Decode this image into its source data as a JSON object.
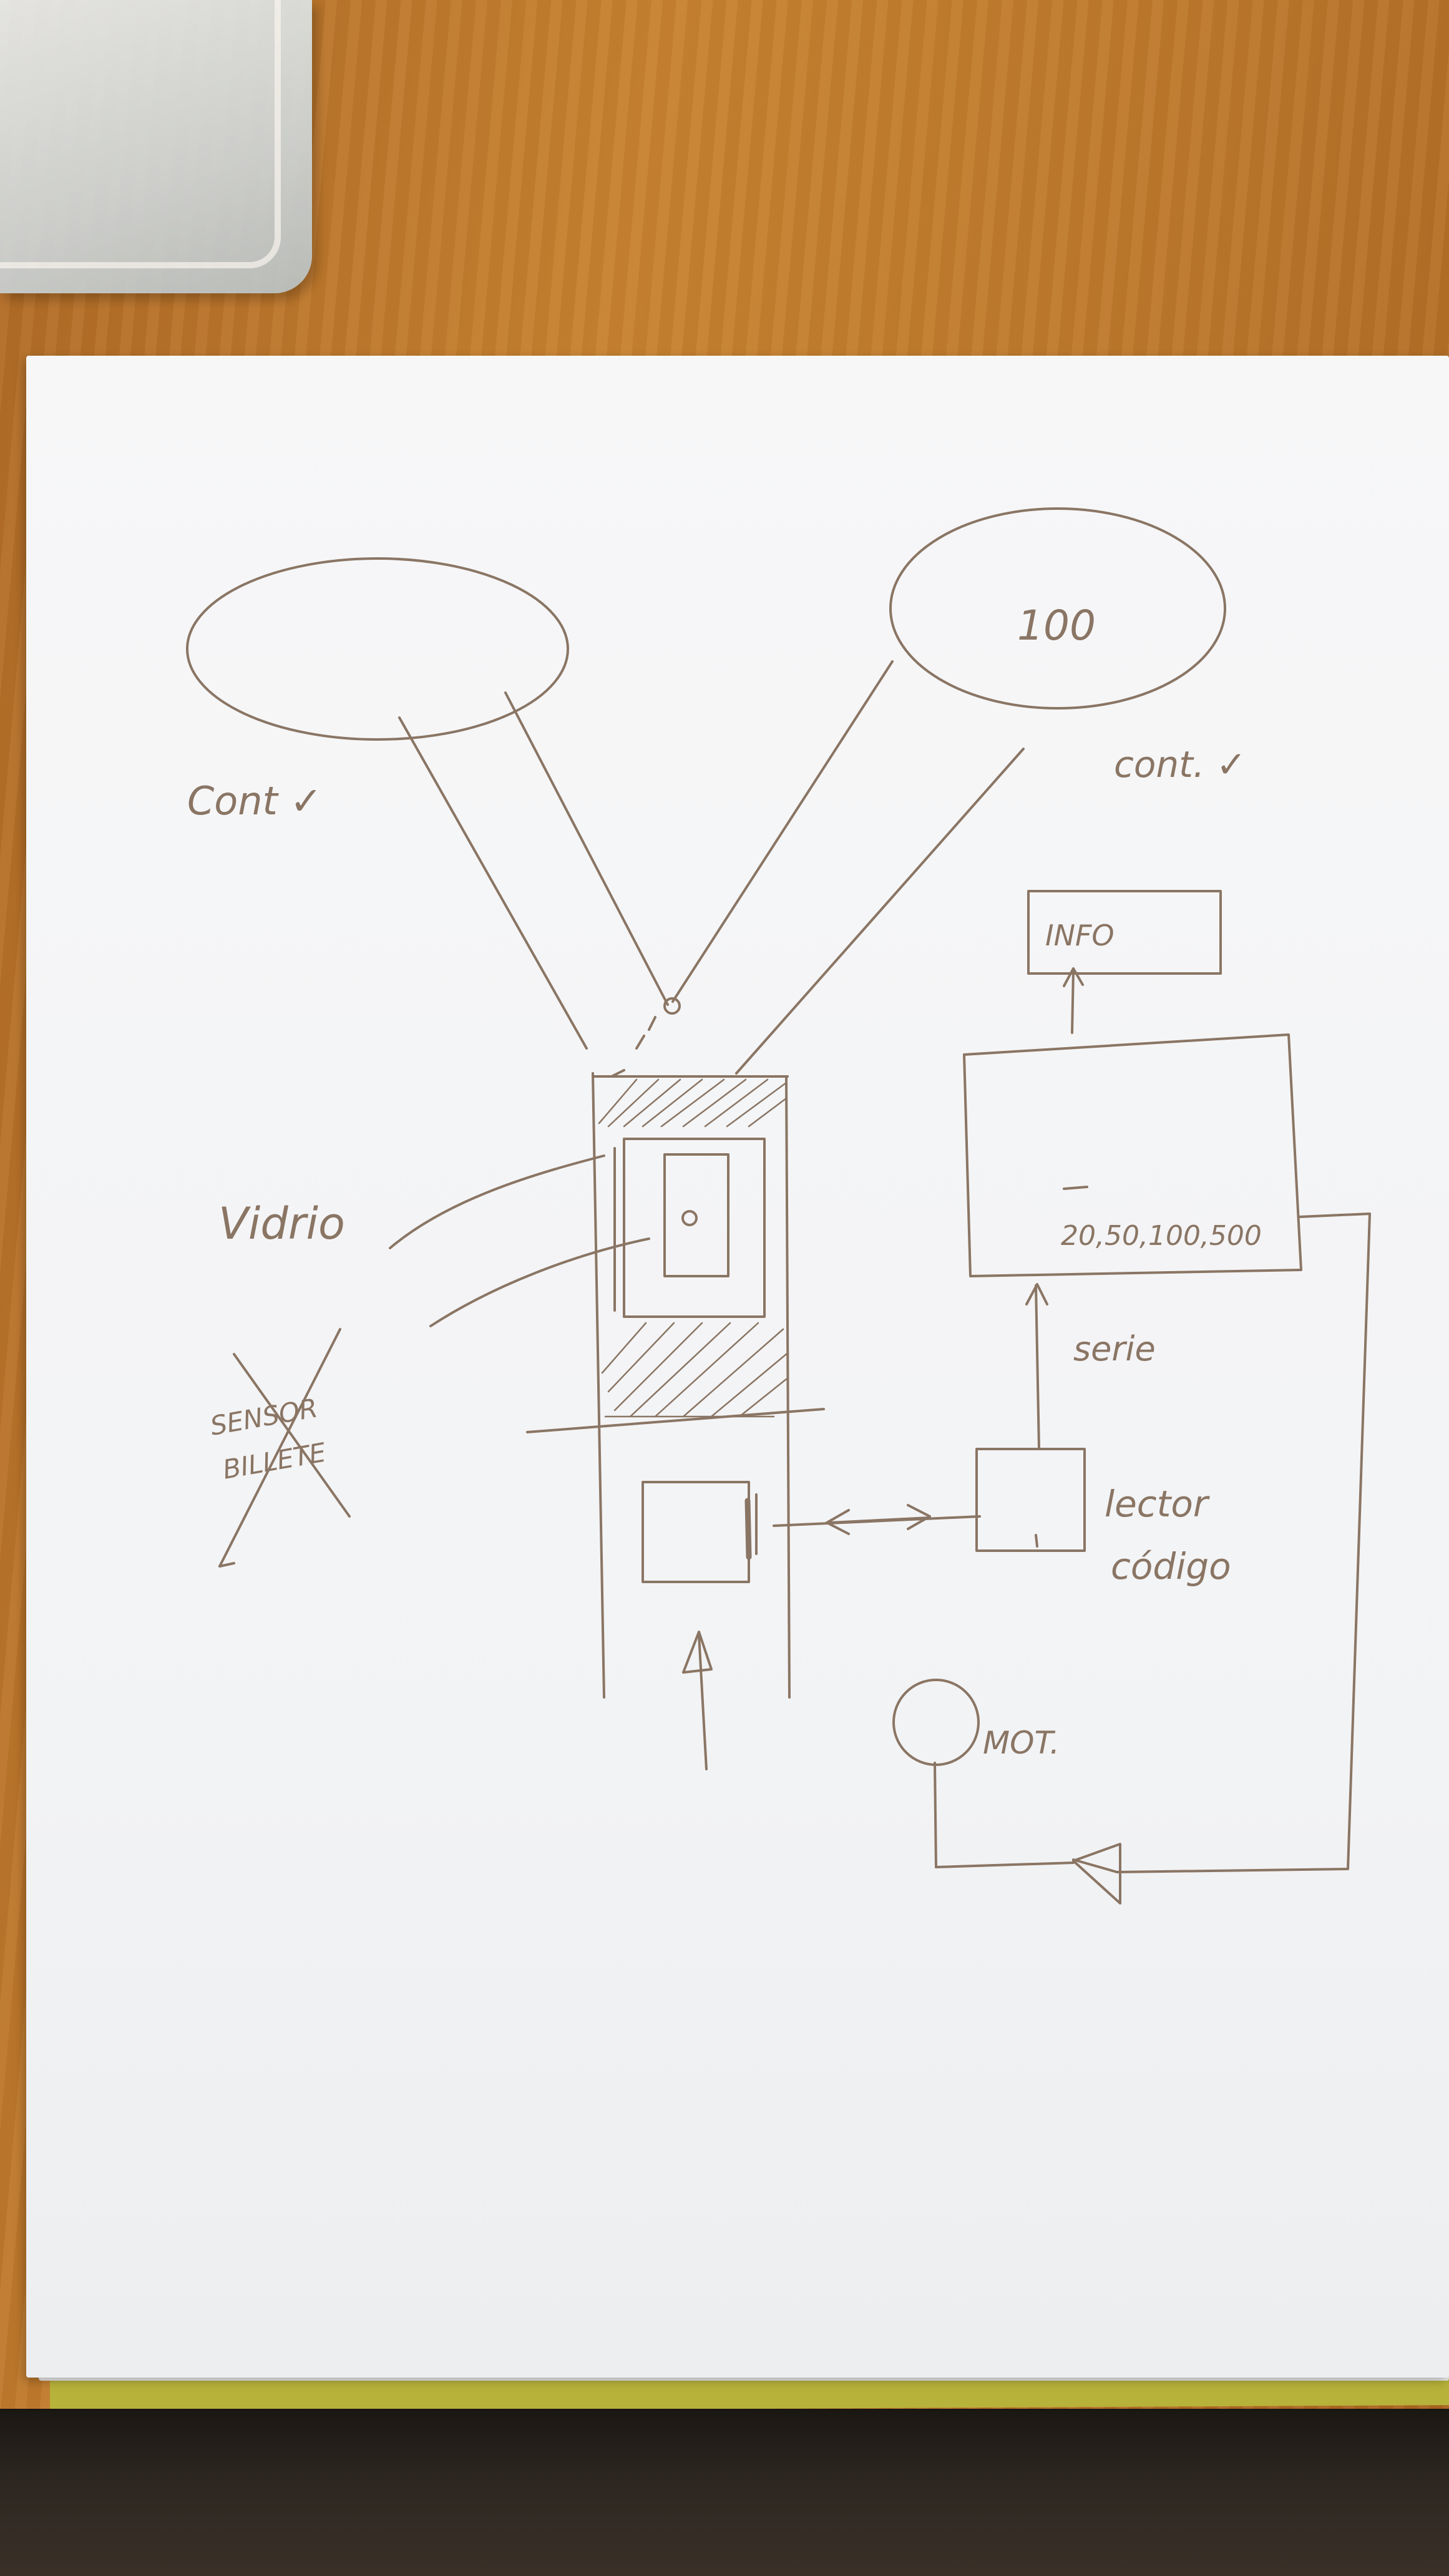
{
  "labels": {
    "cont_left": "Cont ✓",
    "cont_right": "cont. ✓",
    "ellipse_value": "100",
    "info": "INFO",
    "values": "20,50,100,500",
    "serie": "serie",
    "lector": "lector",
    "codigo": "código",
    "vidrio": "Vidrio",
    "sensor_line1": "SENSOR",
    "sensor_line2": "BILLETE",
    "motor": "MOT."
  },
  "colors": {
    "pencil": "#8a7564",
    "paper": "#f4f5f6",
    "table": "#c07b2c"
  }
}
